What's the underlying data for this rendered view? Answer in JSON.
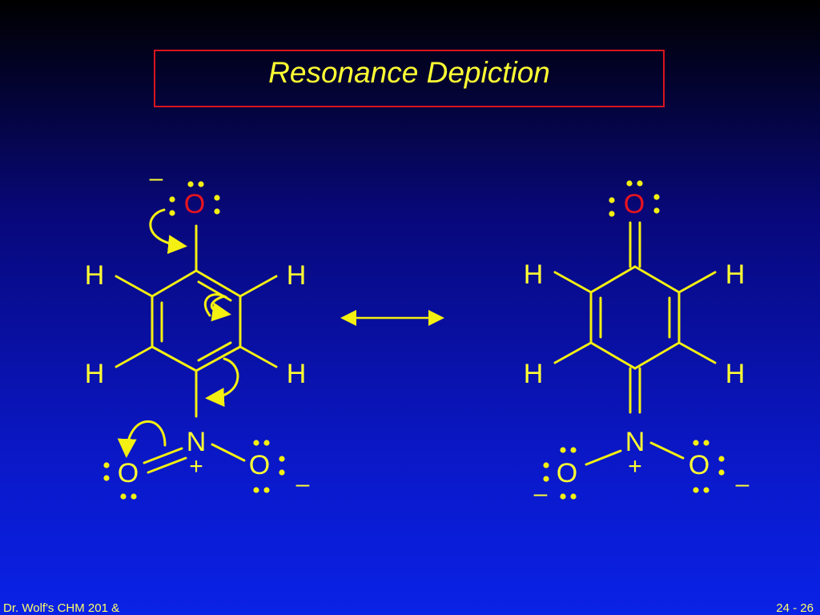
{
  "title": "Resonance Depiction",
  "atoms": {
    "hydrogen": "H",
    "oxygen": "O",
    "nitrogen": "N"
  },
  "charges": {
    "positive": "+",
    "negative": "–"
  },
  "footer": {
    "left": "Dr. Wolf's CHM 201 &",
    "right": "24 - 26"
  },
  "colors": {
    "text": "#ffff33",
    "oxygen": "#e8141e",
    "bond": "#f4f011",
    "title_border": "#d8141e"
  }
}
